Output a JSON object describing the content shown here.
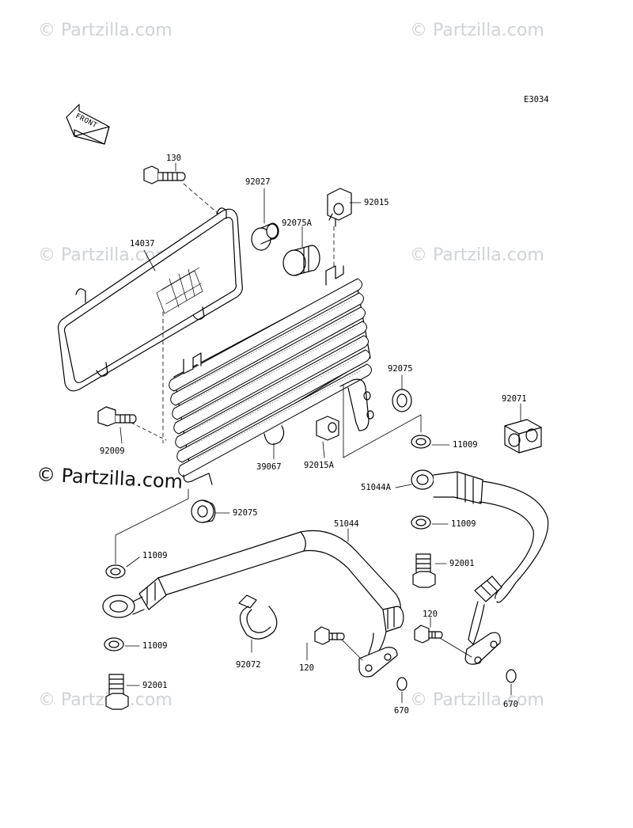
{
  "watermark": {
    "text": "© Partzilla.com",
    "main_text": "© Partzilla.com"
  },
  "diagram_code": "E3034",
  "front_label": "FRONT",
  "parts": [
    {
      "id": "130",
      "label": "130"
    },
    {
      "id": "14037",
      "label": "14037"
    },
    {
      "id": "92027",
      "label": "92027"
    },
    {
      "id": "92015",
      "label": "92015"
    },
    {
      "id": "92075A",
      "label": "92075A"
    },
    {
      "id": "92075-top",
      "label": "92075"
    },
    {
      "id": "92071",
      "label": "92071"
    },
    {
      "id": "92009",
      "label": "92009"
    },
    {
      "id": "39067",
      "label": "39067"
    },
    {
      "id": "92015A",
      "label": "92015A"
    },
    {
      "id": "11009-a",
      "label": "11009"
    },
    {
      "id": "51044A",
      "label": "51044A"
    },
    {
      "id": "92075-bottom",
      "label": "92075"
    },
    {
      "id": "51044",
      "label": "51044"
    },
    {
      "id": "11009-b",
      "label": "11009"
    },
    {
      "id": "11009-c",
      "label": "11009"
    },
    {
      "id": "92001-a",
      "label": "92001"
    },
    {
      "id": "120-a",
      "label": "120"
    },
    {
      "id": "11009-d",
      "label": "11009"
    },
    {
      "id": "92072",
      "label": "92072"
    },
    {
      "id": "120-b",
      "label": "120"
    },
    {
      "id": "92001-b",
      "label": "92001"
    },
    {
      "id": "670-a",
      "label": "670"
    },
    {
      "id": "670-b",
      "label": "670"
    }
  ]
}
